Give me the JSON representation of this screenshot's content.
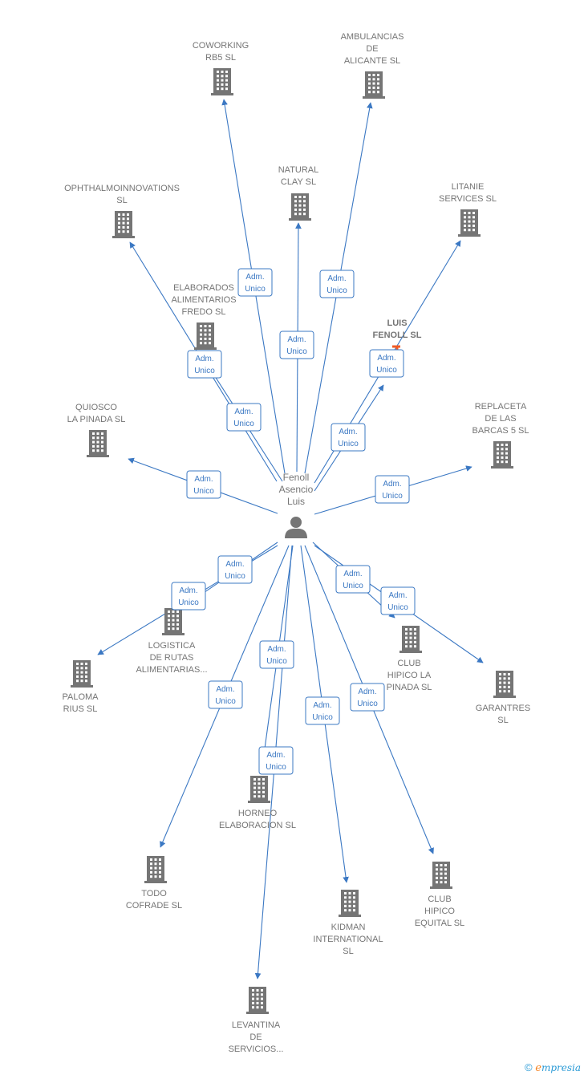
{
  "center": {
    "name_lines": [
      "Fenoll",
      "Asencio",
      "Luis"
    ],
    "icon": "person-icon"
  },
  "relation_label": [
    "Adm.",
    "Unico"
  ],
  "colors": {
    "edge": "#3b78c3",
    "building": "#757575",
    "highlight": "#f15a24",
    "label": "#757575"
  },
  "companies": [
    {
      "id": "coworking",
      "lines": [
        "COWORKING",
        "RB5  SL"
      ]
    },
    {
      "id": "ambulancias",
      "lines": [
        "AMBULANCIAS",
        "DE",
        "ALICANTE  SL"
      ]
    },
    {
      "id": "natural-clay",
      "lines": [
        "NATURAL",
        "CLAY  SL"
      ]
    },
    {
      "id": "ophthalmo",
      "lines": [
        "OPHTHALMOINNOVATIONS",
        "SL"
      ]
    },
    {
      "id": "litanie",
      "lines": [
        "LITANIE",
        "SERVICES  SL"
      ]
    },
    {
      "id": "elaborados",
      "lines": [
        "ELABORADOS",
        "ALIMENTARIOS",
        "FREDO SL"
      ]
    },
    {
      "id": "luis-fenoll",
      "lines": [
        "LUIS",
        "FENOLL  SL"
      ],
      "highlight": true
    },
    {
      "id": "quiosco",
      "lines": [
        "QUIOSCO",
        "LA PINADA  SL"
      ]
    },
    {
      "id": "replaceta",
      "lines": [
        "REPLACETA",
        "DE LAS",
        "BARCAS 5  SL"
      ]
    },
    {
      "id": "logistica",
      "lines": [
        "LOGISTICA",
        "DE RUTAS",
        "ALIMENTARIAS..."
      ]
    },
    {
      "id": "club-pinada",
      "lines": [
        "CLUB",
        "HIPICO LA",
        "PINADA  SL"
      ]
    },
    {
      "id": "paloma",
      "lines": [
        "PALOMA",
        "RIUS  SL"
      ]
    },
    {
      "id": "garantres",
      "lines": [
        "GARANTRES",
        "SL"
      ]
    },
    {
      "id": "horneo",
      "lines": [
        "HORNEO",
        "ELABORACION SL"
      ]
    },
    {
      "id": "todo-cofrade",
      "lines": [
        "TODO",
        "COFRADE  SL"
      ]
    },
    {
      "id": "kidman",
      "lines": [
        "KIDMAN",
        "INTERNATIONAL",
        "SL"
      ]
    },
    {
      "id": "club-equital",
      "lines": [
        "CLUB",
        "HIPICO",
        "EQUITAL SL"
      ]
    },
    {
      "id": "levantina",
      "lines": [
        "LEVANTINA",
        "DE",
        "SERVICIOS..."
      ]
    }
  ],
  "footer": {
    "copyright": "©",
    "brand_initial": "e",
    "brand_rest": "mpresia"
  }
}
